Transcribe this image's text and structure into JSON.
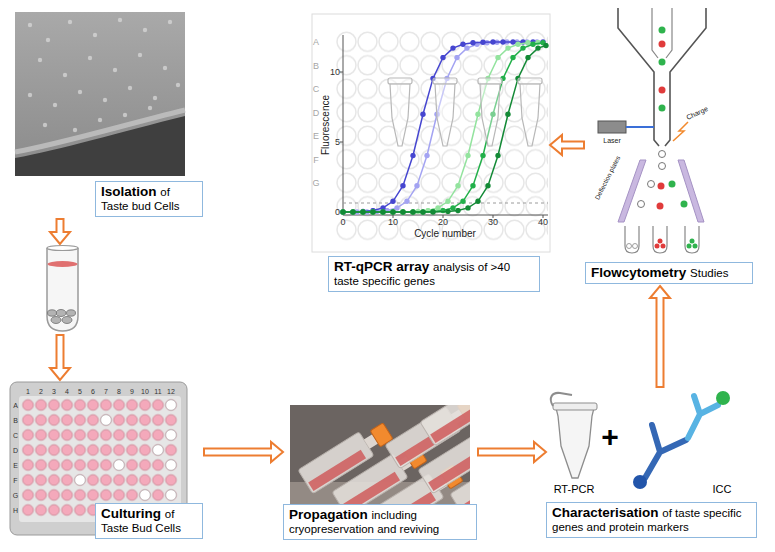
{
  "diagram": {
    "nodes": [
      {
        "text": [
          "Isolation",
          "of Taste bud Cells"
        ]
      },
      {
        "text": [
          "RT-qPCR array",
          "analysis of >40 taste specific genes"
        ]
      },
      {
        "text": [
          "Flowcytometry",
          "Studies"
        ]
      },
      {
        "text": [
          "Culturing",
          "of Taste Bud Cells"
        ]
      },
      {
        "text": [
          "Propagation",
          "including cryopreservation and reviving"
        ]
      },
      {
        "text": [
          "Characterisation",
          "of taste specific genes and protein markers"
        ]
      }
    ],
    "edges": [
      {
        "from": 0,
        "to": 3,
        "arrow": "to"
      },
      {
        "from": 3,
        "to": 4,
        "arrow": "to"
      },
      {
        "from": 4,
        "to": 5,
        "arrow": "to"
      },
      {
        "from": 5,
        "to": 2,
        "arrow": "to"
      },
      {
        "from": 2,
        "to": 1,
        "arrow": "to"
      }
    ],
    "labels": [
      "1",
      "2",
      "3",
      "4",
      "5",
      "6",
      "7",
      "8",
      "9",
      "10",
      "11",
      "12",
      "A",
      "B",
      "C",
      "D",
      "E",
      "F",
      "G",
      "H",
      "A",
      "B",
      "C",
      "D",
      "E",
      "F",
      "G",
      "10",
      "5",
      "0",
      "0",
      "10",
      "20",
      "30",
      "40",
      "Fluorescence",
      "Cycle number",
      "RT-PCR",
      "+",
      "ICC",
      "Laser",
      "Charge",
      "Deflection plates"
    ]
  }
}
